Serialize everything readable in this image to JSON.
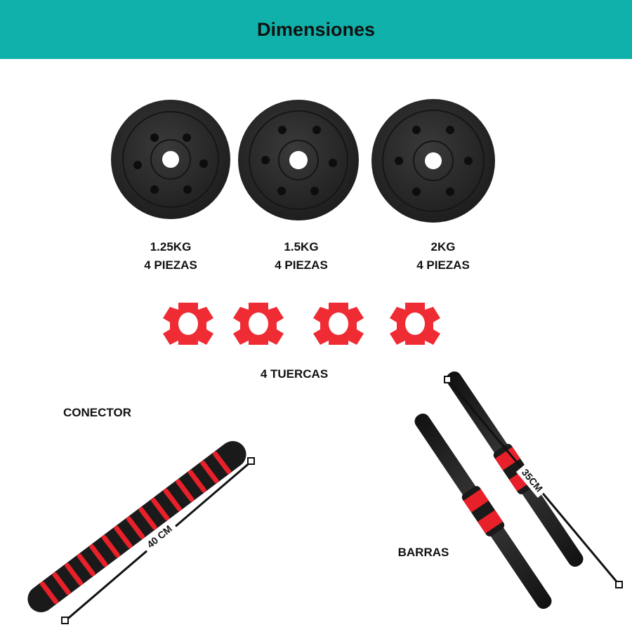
{
  "header": {
    "title": "Dimensiones"
  },
  "plates": [
    {
      "weight": "1.25KG",
      "qty": "4 PIEZAS"
    },
    {
      "weight": "1.5KG",
      "qty": "4 PIEZAS"
    },
    {
      "weight": "2KG",
      "qty": "4 PIEZAS"
    }
  ],
  "nuts": {
    "label": "4 TUERCAS"
  },
  "connector": {
    "label": "CONECTOR",
    "dimension": "40 CM"
  },
  "bars": {
    "label": "BARRAS",
    "dimension": "35CM"
  },
  "colors": {
    "header_bg": "#0fb1aa",
    "accent_red": "#e8202a",
    "plate": "#2a2a2a"
  }
}
